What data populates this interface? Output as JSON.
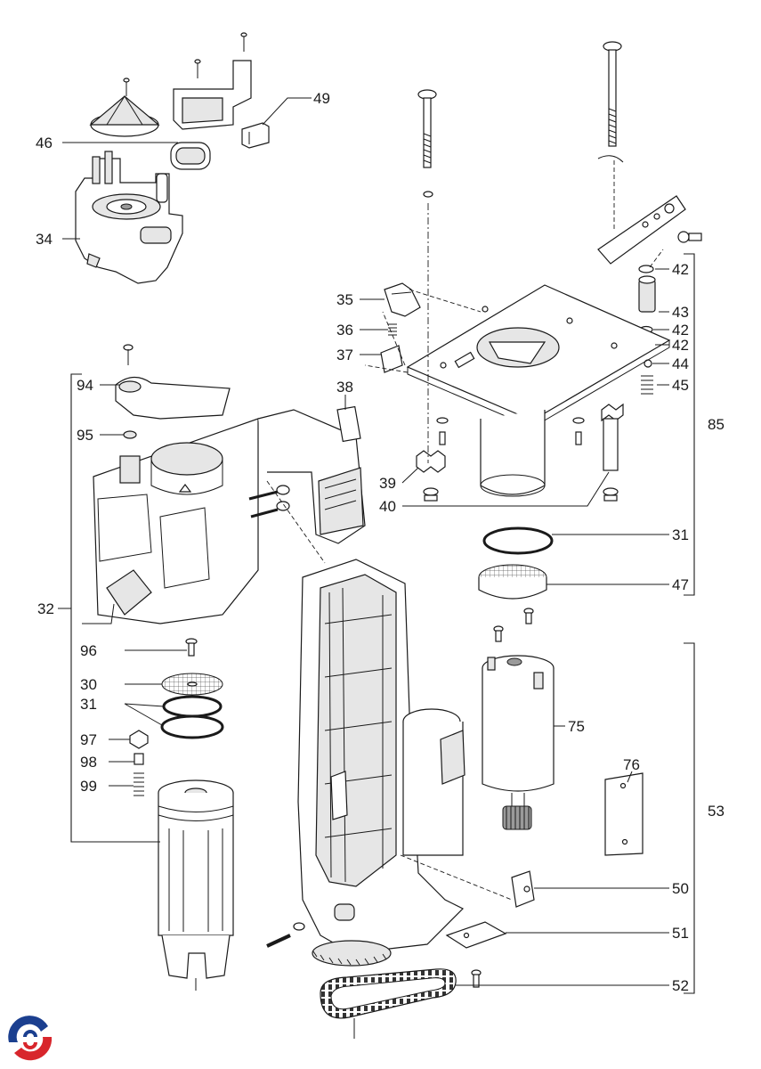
{
  "callouts": [
    {
      "id": "49",
      "label": "49"
    },
    {
      "id": "46",
      "label": "46"
    },
    {
      "id": "34",
      "label": "34"
    },
    {
      "id": "42a",
      "label": "42"
    },
    {
      "id": "43",
      "label": "43"
    },
    {
      "id": "42b",
      "label": "42"
    },
    {
      "id": "42c",
      "label": "42"
    },
    {
      "id": "44",
      "label": "44"
    },
    {
      "id": "45",
      "label": "45"
    },
    {
      "id": "85",
      "label": "85"
    },
    {
      "id": "35",
      "label": "35"
    },
    {
      "id": "36",
      "label": "36"
    },
    {
      "id": "37",
      "label": "37"
    },
    {
      "id": "38",
      "label": "38"
    },
    {
      "id": "94",
      "label": "94"
    },
    {
      "id": "95",
      "label": "95"
    },
    {
      "id": "39",
      "label": "39"
    },
    {
      "id": "40",
      "label": "40"
    },
    {
      "id": "31a",
      "label": "31"
    },
    {
      "id": "47",
      "label": "47"
    },
    {
      "id": "32",
      "label": "32"
    },
    {
      "id": "96",
      "label": "96"
    },
    {
      "id": "30",
      "label": "30"
    },
    {
      "id": "31b",
      "label": "31"
    },
    {
      "id": "97",
      "label": "97"
    },
    {
      "id": "98",
      "label": "98"
    },
    {
      "id": "99",
      "label": "99"
    },
    {
      "id": "75",
      "label": "75"
    },
    {
      "id": "76",
      "label": "76"
    },
    {
      "id": "53",
      "label": "53"
    },
    {
      "id": "50",
      "label": "50"
    },
    {
      "id": "51",
      "label": "51"
    },
    {
      "id": "52",
      "label": "52"
    }
  ],
  "logo": {
    "icon": "swirl-logo-icon",
    "colors": {
      "blue": "#1b3f8f",
      "red": "#d8262c"
    }
  }
}
